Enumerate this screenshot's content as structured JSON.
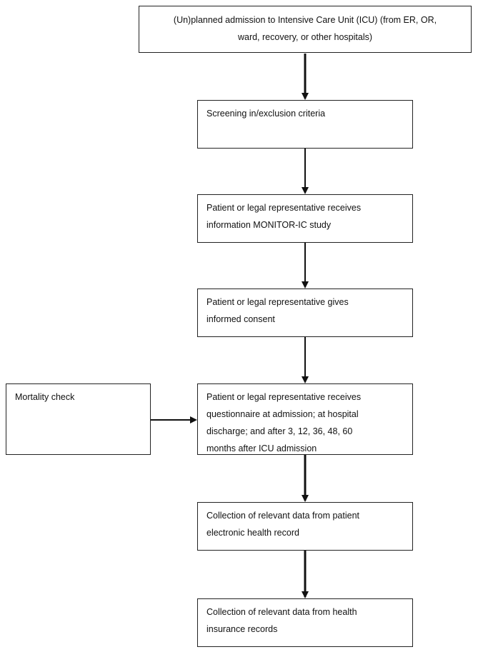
{
  "flowchart": {
    "step1": "(Un)planned admission to Intensive Care Unit (ICU) (from ER, OR,\nward, recovery, or other hospitals)",
    "step2": "Screening in/exclusion criteria",
    "step3": "Patient or legal representative receives\ninformation MONITOR-IC study",
    "step4": "Patient or legal representative gives\ninformed consent",
    "step5": "Patient or legal representative receives\nquestionnaire at admission; at hospital\ndischarge; and after 3, 12, 36, 48, 60\nmonths after ICU admission",
    "step6": "Collection of relevant data from patient\nelectronic health record",
    "step7": "Collection of relevant data from health\ninsurance records",
    "side": "Mortality check"
  }
}
